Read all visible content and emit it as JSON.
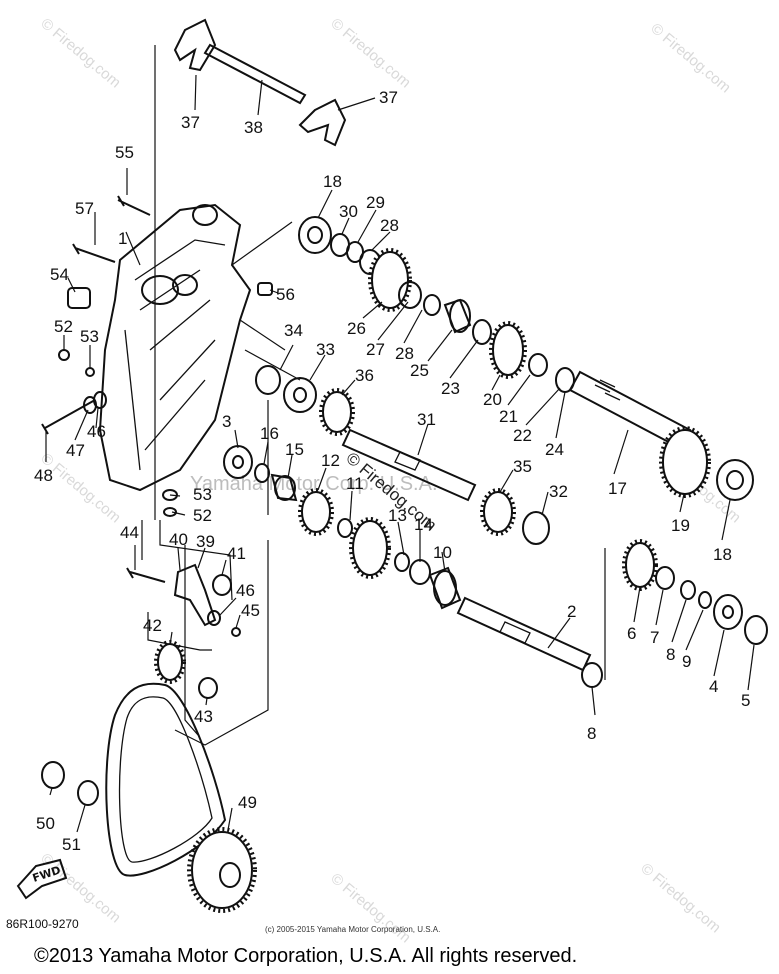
{
  "watermarks": {
    "corner_text": "© Firedog.com",
    "center_line1": "Yamaha Motor Corp. U.S.A.",
    "center_line2": "© Firedog.com"
  },
  "diagram_code": "86R100-9270",
  "small_copyright": "(c) 2005-2015 Yamaha Motor Corporation, U.S.A.",
  "footer_copyright": "©2013 Yamaha Motor Corporation, U.S.A. All rights reserved.",
  "fwd_label": "FWD",
  "callouts": [
    "1",
    "2",
    "3",
    "4",
    "5",
    "6",
    "7",
    "8",
    "9",
    "10",
    "11",
    "12",
    "13",
    "14",
    "15",
    "16",
    "17",
    "18",
    "18",
    "19",
    "20",
    "21",
    "22",
    "23",
    "24",
    "25",
    "26",
    "27",
    "28",
    "28",
    "29",
    "30",
    "31",
    "32",
    "33",
    "34",
    "35",
    "36",
    "37",
    "37",
    "38",
    "39",
    "40",
    "41",
    "42",
    "43",
    "44",
    "45",
    "46",
    "46",
    "47",
    "48",
    "49",
    "50",
    "51",
    "52",
    "52",
    "53",
    "53",
    "54",
    "55",
    "56",
    "57"
  ]
}
